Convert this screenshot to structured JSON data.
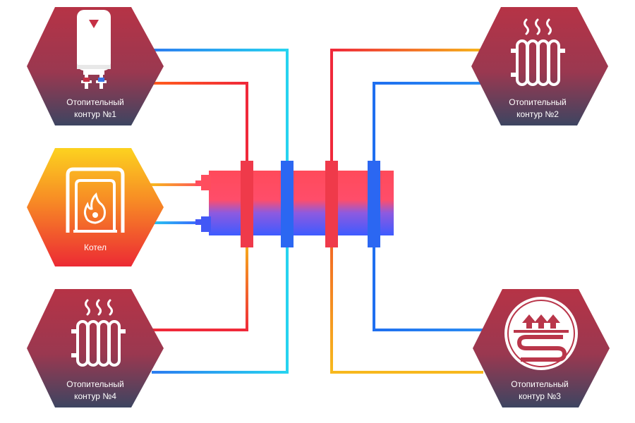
{
  "nodes": {
    "circuit1": {
      "line1": "Отопительный",
      "line2": "контур №1",
      "icon": "water-heater-icon"
    },
    "circuit2": {
      "line1": "Отопительный",
      "line2": "контур №2",
      "icon": "radiator-icon"
    },
    "circuit3": {
      "line1": "Отопительный",
      "line2": "контур №3",
      "icon": "underfloor-heating-icon"
    },
    "circuit4": {
      "line1": "Отопительный",
      "line2": "контур №4",
      "icon": "radiator-icon"
    },
    "boiler": {
      "label": "Котел",
      "icon": "boiler-flame-icon"
    }
  },
  "colors": {
    "hex_top": "#b63346",
    "hex_bottom": "#3f4560",
    "boiler_top": "#fbcf22",
    "boiler_bottom": "#ec2b33",
    "hot_pipe": "#f43a2c",
    "cold_pipe": "#1f8ef0",
    "collector_hot": "#ff4d5e",
    "collector_cold": "#3f5cff"
  }
}
